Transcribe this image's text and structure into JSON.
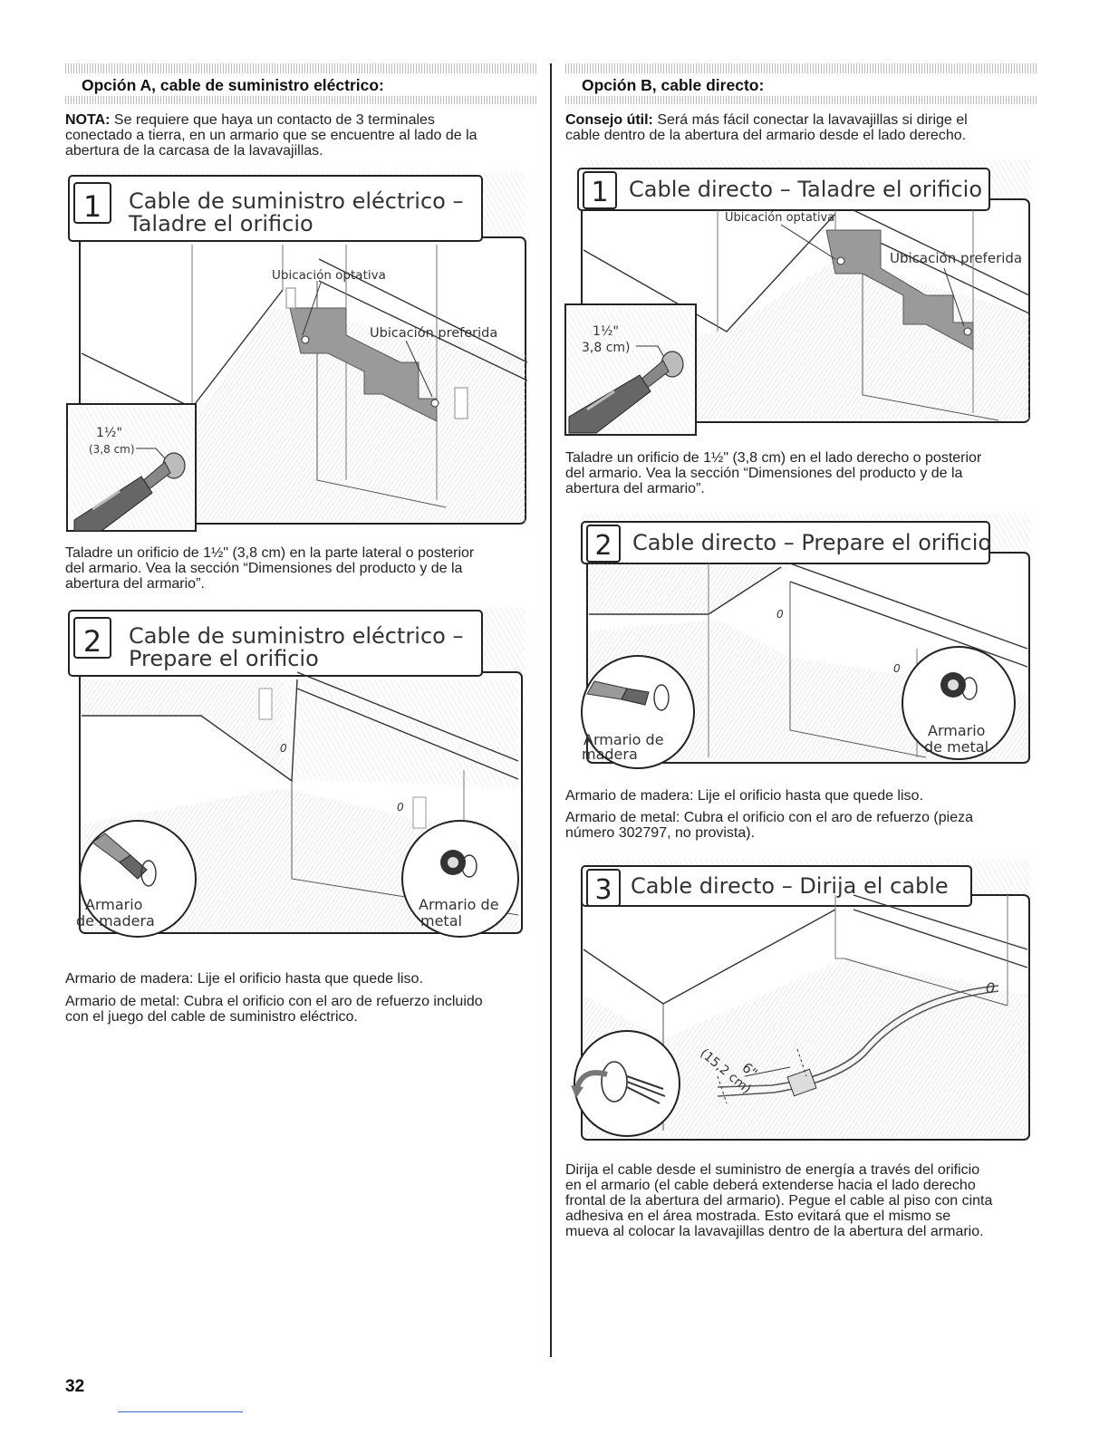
{
  "optionA": {
    "heading": "Opción A, cable de suministro eléctrico:",
    "note_label": "NOTA:",
    "note_lines": [
      "Se requiere que haya un contacto de 3 terminales",
      "conectado a tierra, en un armario que se encuentre al lado de la",
      "abertura de la carcasa de la lavavajillas."
    ],
    "step1": {
      "number": "1",
      "title_lines": [
        "Cable de suministro eléctrico –",
        "Taladre el orificio"
      ],
      "label_optional": "Ubicación optativa",
      "label_preferred": "Ubicación preferida",
      "size_in": "1½\"",
      "size_cm": "(3,8 cm)",
      "caption_lines": [
        "Taladre un orificio de 1½\" (3,8 cm) en la parte lateral o posterior",
        "del armario. Vea la sección “Dimensiones del producto y de la",
        "abertura del armario”."
      ]
    },
    "step2": {
      "number": "2",
      "title_lines": [
        "Cable de suministro eléctrico –",
        "Prepare el orificio"
      ],
      "wood_label_lines": [
        "Armario",
        "de madera"
      ],
      "metal_label_lines": [
        "Armario de",
        "metal"
      ],
      "caption_lines": [
        "Armario de madera: Lije el orificio hasta que quede liso.",
        "Armario de metal: Cubra el orificio con el aro de refuerzo incluido",
        "con el juego del cable de suministro eléctrico."
      ]
    }
  },
  "optionB": {
    "heading": "Opción B, cable directo:",
    "tip_label": "Consejo útil:",
    "tip_lines": [
      "Será más fácil conectar la lavavajillas si dirige el",
      "cable dentro de la abertura del armario desde el lado derecho."
    ],
    "step1": {
      "number": "1",
      "title": "Cable directo – Taladre el orificio",
      "label_optional": "Ubicación optativa",
      "label_preferred": "Ubicación preferida",
      "size_in": "1½\"",
      "size_cm": "3,8 cm)",
      "caption_lines": [
        "Taladre un orificio de 1½\" (3,8 cm) en el lado derecho o posterior",
        "del armario. Vea la sección “Dimensiones del producto y de la",
        "abertura del armario”."
      ]
    },
    "step2": {
      "number": "2",
      "title": "Cable directo – Prepare el orificio",
      "wood_label_lines": [
        "Armario de",
        "madera"
      ],
      "metal_label_lines": [
        "Armario",
        "de metal"
      ],
      "caption_lines": [
        "Armario de madera: Lije el orificio hasta que quede liso.",
        "Armario de metal: Cubra el orificio con el aro de refuerzo (pieza",
        "número 302797, no provista)."
      ]
    },
    "step3": {
      "number": "3",
      "title": "Cable directo – Dirija el cable",
      "measure_in": "6\"",
      "measure_cm": "(15,2 cm)",
      "caption_lines": [
        "Dirija el cable desde el suministro de energía a través del orificio",
        "en el armario (el cable deberá extenderse hacia el lado derecho",
        "frontal de la abertura del armario). Pegue el cable al piso con cinta",
        "adhesiva en el área mostrada. Esto evitará que el mismo se",
        "mueva al colocar la lavavajillas dentro de la abertura del armario."
      ]
    }
  },
  "page_number": "32"
}
